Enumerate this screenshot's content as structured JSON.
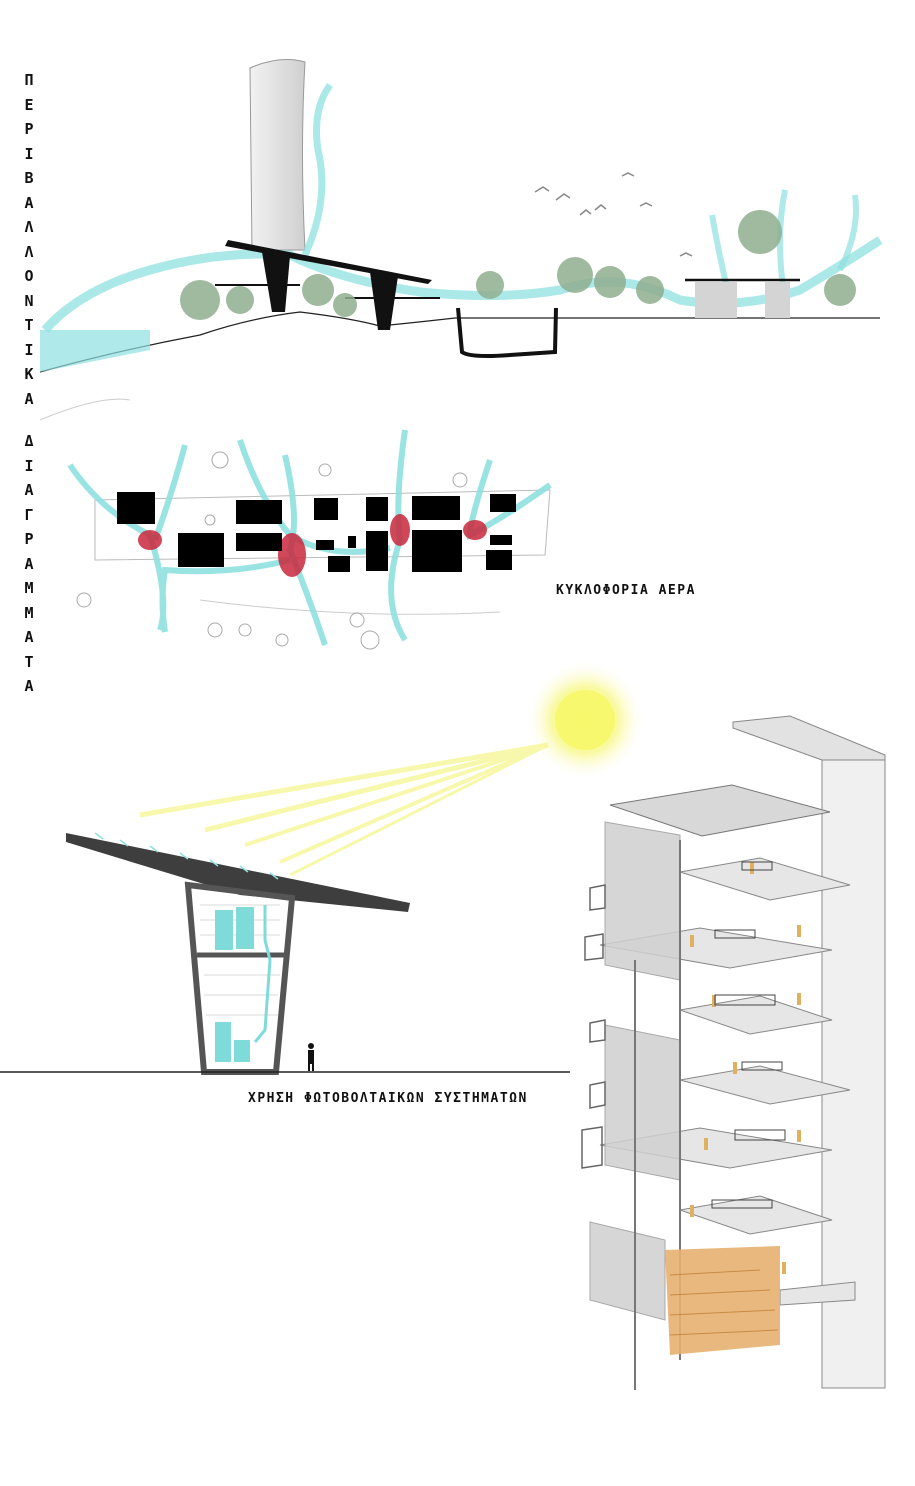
{
  "vertical_title": {
    "line1": "ΠΕΡΙΒΑΛΛΟΝΤΙΚΑ",
    "line2": "ΔΙΑΓΡΑΜΜΑΤΑ"
  },
  "captions": {
    "air": "ΚΥΚΛΟΦΟΡΙΑ ΑΕΡΑ",
    "pv": "ΧΡΗΣΗ ΦΩΤΟΒΟΛΤΑΙΚΩΝ ΣΥΣΤΗΜΑΤΩΝ"
  },
  "colors": {
    "airflow": "#8fe0e0",
    "hot_zone": "#c8283c",
    "sun": "#f4f46a",
    "structure": "#222222",
    "panel_cyan": "#7fdada",
    "wood": "#e7b070"
  }
}
